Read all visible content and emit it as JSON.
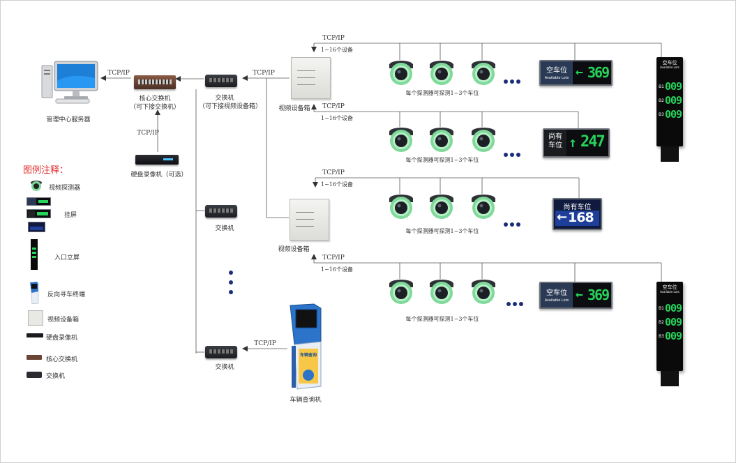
{
  "colors": {
    "line": "#555555",
    "legend_title": "#e03030",
    "dots": "#1a2d7a",
    "led_green": "#27d35a",
    "sign_panel": "#2a3a55"
  },
  "labels": {
    "tcp_ip": "TCP/IP",
    "server": "管理中心服务器",
    "core_switch_1": "核心交换机",
    "core_switch_2": "（可下接交换机）",
    "dvr": "硬盘录像机（可选）",
    "switch_top_1": "交换机",
    "switch_top_2": "（可下接视频设备箱）",
    "switch": "交换机",
    "video_box": "视频设备箱",
    "kiosk": "车辆查询机",
    "devices_range": "1~16个设备",
    "cam_caption": "每个探测器可探测1~3个车位"
  },
  "signs": {
    "s1": {
      "line1": "空车位",
      "line2": "Available Lots",
      "arrow": "←",
      "value": "369"
    },
    "s2": {
      "line1": "尚有",
      "line2": "车位",
      "arrow": "↑",
      "value": "247"
    },
    "s3": {
      "title": "尚有车位",
      "arrow": "←",
      "value": "168"
    },
    "s4": {
      "line1": "空车位",
      "line2": "Available Lots",
      "arrow": "←",
      "value": "369"
    }
  },
  "totems": {
    "t1": {
      "title": "空车位",
      "subtitle": "Available Lots",
      "rows": [
        {
          "level": "B1",
          "value": "009"
        },
        {
          "level": "B2",
          "value": "009"
        },
        {
          "level": "B3",
          "value": "009"
        }
      ]
    },
    "t2": {
      "title": "空车位",
      "subtitle": "Available Lots",
      "rows": [
        {
          "level": "B1",
          "value": "009"
        },
        {
          "level": "B2",
          "value": "009"
        },
        {
          "level": "B3",
          "value": "009"
        }
      ]
    }
  },
  "kiosk_banner": "车辆查询",
  "legend": {
    "title": "图例注释：",
    "items": [
      {
        "label": "视频探测器"
      },
      {
        "label": "挂屏"
      },
      {
        "label": "入口立屏"
      },
      {
        "label": "反向寻车终端"
      },
      {
        "label": "视频设备箱"
      },
      {
        "label": "硬盘录像机"
      },
      {
        "label": "核心交换机"
      },
      {
        "label": "交换机"
      }
    ]
  }
}
